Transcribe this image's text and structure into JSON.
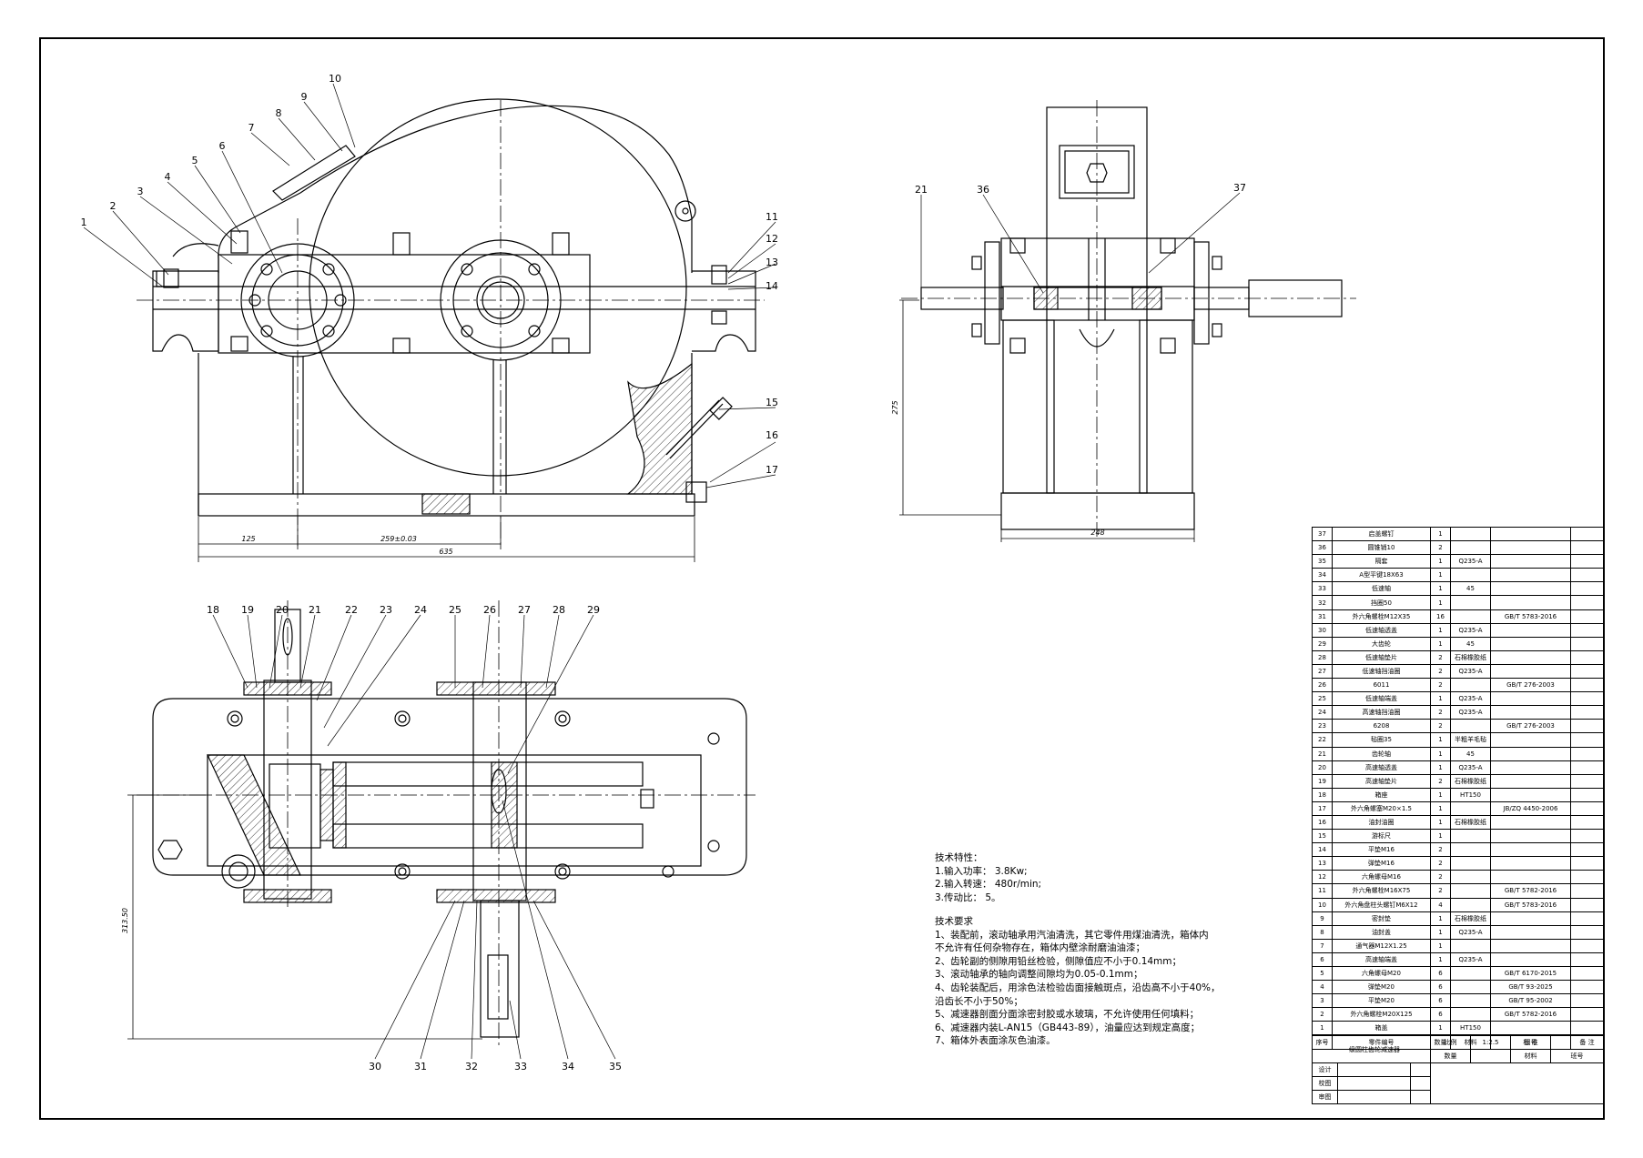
{
  "balloons": {
    "front": [
      "1",
      "2",
      "3",
      "4",
      "5",
      "6",
      "7",
      "8",
      "9",
      "10",
      "11",
      "12",
      "13",
      "14",
      "15",
      "16",
      "17"
    ],
    "side": [
      "21",
      "36",
      "37"
    ],
    "plan": [
      "18",
      "19",
      "20",
      "21",
      "22",
      "23",
      "24",
      "25",
      "26",
      "27",
      "28",
      "29",
      "30",
      "31",
      "32",
      "33",
      "34",
      "35"
    ]
  },
  "dims": {
    "d125": "125",
    "d259": "259±0.03",
    "d635": "635",
    "d275": "275",
    "d248": "248",
    "d31350": "313.50"
  },
  "tech_characteristics": {
    "title": "技术特性：",
    "lines": [
      "1.输入功率： 3.8Kw;",
      "2.输入转速： 480r/min;",
      "3.传动比： 5。"
    ]
  },
  "tech_requirements": {
    "title": "技术要求",
    "lines": [
      "1、装配前，滚动轴承用汽油清洗，其它零件用煤油清洗，箱体内",
      "不允许有任何杂物存在，箱体内壁涂耐磨油油漆；",
      "2、齿轮副的侧隙用铅丝检验，侧隙值应不小于0.14mm；",
      "3、滚动轴承的轴向调整间隙均为0.05-0.1mm；",
      "4、齿轮装配后，用涂色法检验齿面接触斑点，沿齿高不小于40%，",
      "沿齿长不小于50%；",
      "5、减速器剖面分面涂密封胶或水玻璃，不允许使用任何填料；",
      "6、减速器内装L-AN15（GB443-89），油量应达到规定高度；",
      "7、箱体外表面涂灰色油漆。"
    ]
  },
  "bom": [
    [
      "37",
      "启盖螺钉",
      "1",
      "",
      ""
    ],
    [
      "36",
      "圆锥销10",
      "2",
      "",
      ""
    ],
    [
      "35",
      "隔套",
      "1",
      "Q235-A",
      ""
    ],
    [
      "34",
      "A型平键18X63",
      "1",
      "",
      ""
    ],
    [
      "33",
      "低速轴",
      "1",
      "45",
      ""
    ],
    [
      "32",
      "挡圈50",
      "1",
      "",
      ""
    ],
    [
      "31",
      "外六角螺栓M12X35",
      "16",
      "",
      "GB/T 5783-2016"
    ],
    [
      "30",
      "低速轴透盖",
      "1",
      "Q235-A",
      ""
    ],
    [
      "29",
      "大齿轮",
      "1",
      "45",
      ""
    ],
    [
      "28",
      "低速轴垫片",
      "2",
      "石棉橡胶纸",
      ""
    ],
    [
      "27",
      "低速轴挡油圈",
      "2",
      "Q235-A",
      ""
    ],
    [
      "26",
      "6011",
      "2",
      "",
      "GB/T 276-2003"
    ],
    [
      "25",
      "低速轴端盖",
      "1",
      "Q235-A",
      ""
    ],
    [
      "24",
      "高速轴挡油圈",
      "2",
      "Q235-A",
      ""
    ],
    [
      "23",
      "6208",
      "2",
      "",
      "GB/T 276-2003"
    ],
    [
      "22",
      "毡圈35",
      "1",
      "半粗羊毛毡",
      ""
    ],
    [
      "21",
      "齿轮轴",
      "1",
      "45",
      ""
    ],
    [
      "20",
      "高速轴透盖",
      "1",
      "Q235-A",
      ""
    ],
    [
      "19",
      "高速轴垫片",
      "2",
      "石棉橡胶纸",
      ""
    ],
    [
      "18",
      "箱座",
      "1",
      "HT150",
      ""
    ],
    [
      "17",
      "外六角螺塞M20×1.5",
      "1",
      "",
      "JB/ZQ 4450-2006"
    ],
    [
      "16",
      "油封油圈",
      "1",
      "石棉橡胶纸",
      ""
    ],
    [
      "15",
      "游标尺",
      "1",
      "",
      ""
    ],
    [
      "14",
      "平垫M16",
      "2",
      "",
      ""
    ],
    [
      "13",
      "弹垫M16",
      "2",
      "",
      ""
    ],
    [
      "12",
      "六角螺母M16",
      "2",
      "",
      ""
    ],
    [
      "11",
      "外六角螺栓M16X75",
      "2",
      "",
      "GB/T 5782-2016"
    ],
    [
      "10",
      "外六角盘柱头螺钉M6X12",
      "4",
      "",
      "GB/T 5783-2016"
    ],
    [
      "9",
      "密封垫",
      "1",
      "石棉橡胶纸",
      ""
    ],
    [
      "8",
      "油封盖",
      "1",
      "Q235-A",
      ""
    ],
    [
      "7",
      "通气器M12X1.25",
      "1",
      "",
      ""
    ],
    [
      "6",
      "高速轴端盖",
      "1",
      "Q235-A",
      ""
    ],
    [
      "5",
      "六角螺母M20",
      "6",
      "",
      "GB/T 6170-2015"
    ],
    [
      "4",
      "弹垫M20",
      "6",
      "",
      "GB/T 93-2025"
    ],
    [
      "3",
      "平垫M20",
      "6",
      "",
      "GB/T 95-2002"
    ],
    [
      "2",
      "外六角螺栓M20X125",
      "6",
      "",
      "GB/T 5782-2016"
    ],
    [
      "1",
      "箱盖",
      "1",
      "HT150",
      ""
    ]
  ],
  "bom_header": {
    "no": "序号",
    "name": "零件编号",
    "qty": "数量",
    "material": "材料",
    "standard": "标 准",
    "remark": "备 注"
  },
  "title_block": {
    "name": "一级圆柱齿轮减速器",
    "scale_label": "比例",
    "scale_value": "1:2.5",
    "drawing_no_label": "图号",
    "qty_label": "数量",
    "material_label": "材料",
    "weight_label": "材料",
    "grade_label": "班号",
    "design": "设计",
    "check": "校图",
    "review": "审图"
  }
}
